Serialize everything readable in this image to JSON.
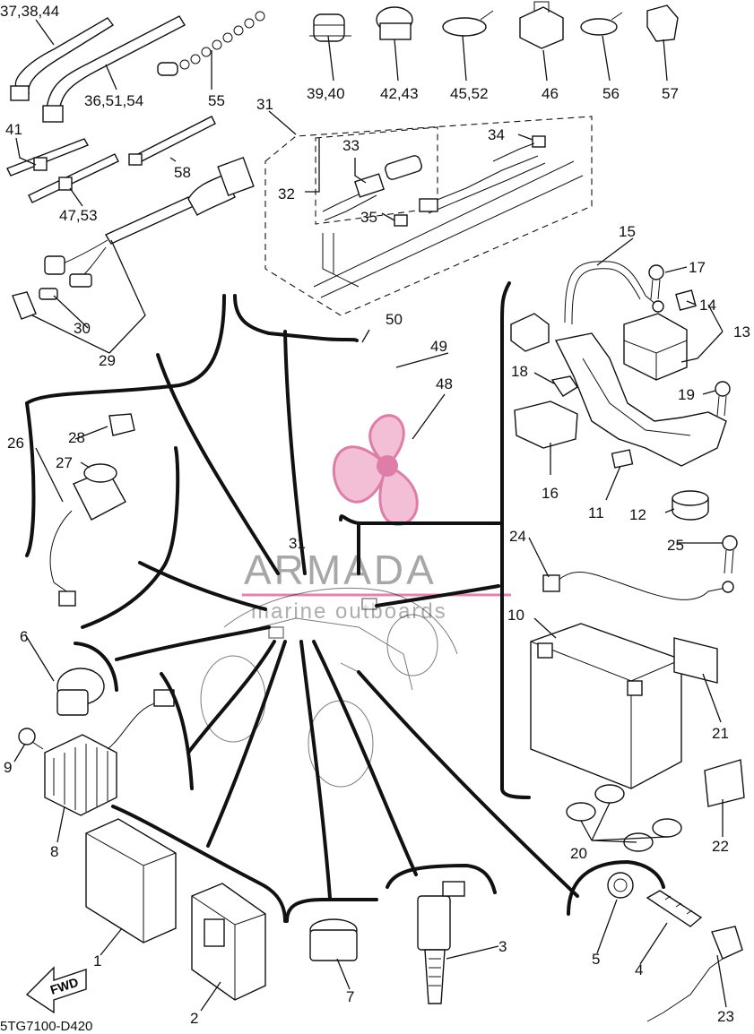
{
  "diagram_code": "5TG7100-D420",
  "watermark": {
    "brand": "ARMADA",
    "tagline": "marine outboards",
    "accent_color": "#d9679a",
    "text_color": "#8a8a8a"
  },
  "fwd_label": "FWD",
  "callouts": {
    "c1": "1",
    "c2": "2",
    "c3": "3",
    "c4": "4",
    "c5": "5",
    "c6": "6",
    "c7": "7",
    "c8": "8",
    "c9": "9",
    "c10": "10",
    "c11": "11",
    "c12": "12",
    "c13": "13",
    "c14": "14",
    "c15": "15",
    "c16": "16",
    "c17": "17",
    "c18": "18",
    "c19": "19",
    "c20": "20",
    "c21": "21",
    "c22": "22",
    "c23": "23",
    "c24": "24",
    "c25": "25",
    "c26": "26",
    "c27": "27",
    "c28": "28",
    "c29": "29",
    "c30": "30",
    "c31a": "31",
    "c31b": "31",
    "c32": "32",
    "c33": "33",
    "c34": "34",
    "c35": "35",
    "c36": "36,51,54",
    "c37": "37,38,44",
    "c39": "39,40",
    "c41": "41",
    "c42": "42,43",
    "c45": "45,52",
    "c46": "46",
    "c47": "47,53",
    "c48": "48",
    "c49": "49",
    "c50": "50",
    "c55": "55",
    "c56": "56",
    "c57": "57",
    "c58": "58"
  }
}
